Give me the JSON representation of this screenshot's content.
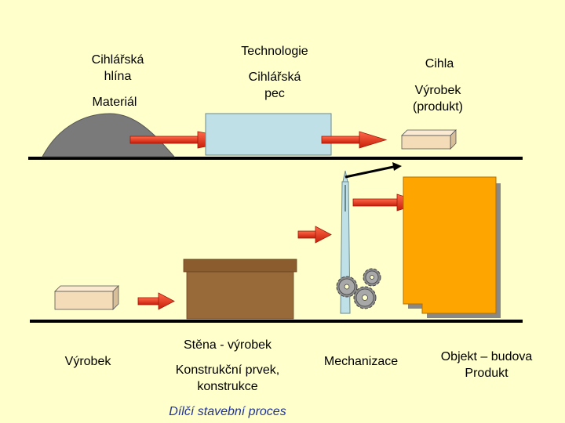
{
  "top_row": {
    "clay_label": "Cihlářská\nhlína",
    "material_label": "Materiál",
    "technology_label": "Technologie",
    "kiln_label": "Cihlářská\npec",
    "brick_label": "Cihla",
    "product_label": "Výrobek\n(produkt)"
  },
  "bottom_row": {
    "product_label": "Výrobek",
    "wall_label": "Stěna - výrobek",
    "construction_label": "Konstrukční prvek,\nkonstrukce",
    "process_label": "Dílčí stavební proces",
    "mechanization_label": "Mechanizace",
    "building_label": "Objekt – budova\nProdukt"
  },
  "colors": {
    "background": "#ffffcc",
    "clay": "#7a7a7a",
    "kiln": "#bfe0e6",
    "brick": "#f5dcb8",
    "wall": "#986a3a",
    "building": "#ffa500",
    "arrow": "#e8331c",
    "process_text": "#1f3399"
  },
  "icons": [
    "clay-heap-icon",
    "arrow-icon",
    "kiln-box-icon",
    "brick-icon",
    "wall-block-icon",
    "crane-icon",
    "gear-icon",
    "building-block-icon"
  ]
}
